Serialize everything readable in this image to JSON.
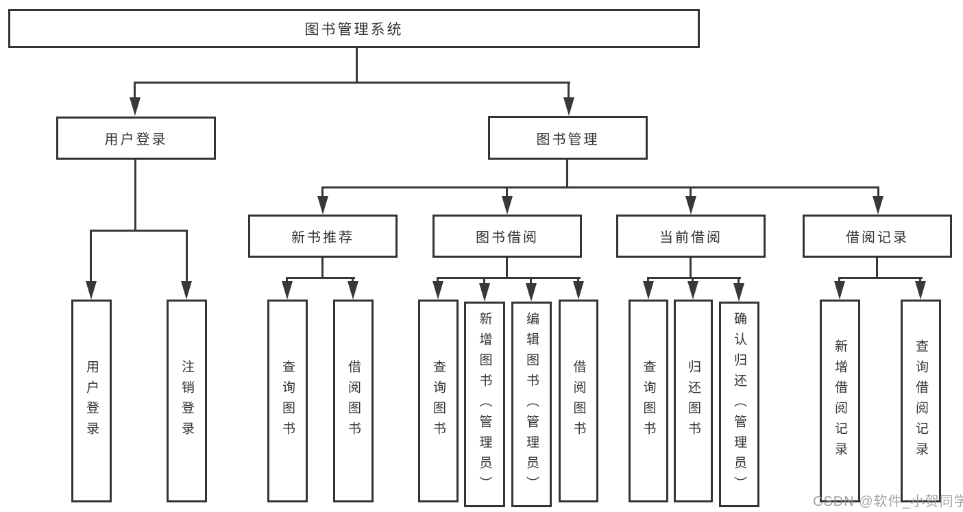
{
  "tree": {
    "label": "图书管理系统",
    "children": [
      {
        "label": "用户登录",
        "children": [
          {
            "label": "用户登录"
          },
          {
            "label": "注销登录"
          }
        ]
      },
      {
        "label": "图书管理",
        "children": [
          {
            "label": "新书推荐",
            "children": [
              {
                "label": "查询图书"
              },
              {
                "label": "借阅图书"
              }
            ]
          },
          {
            "label": "图书借阅",
            "children": [
              {
                "label": "查询图书"
              },
              {
                "label": "新增图书（管理员）"
              },
              {
                "label": "编辑图书（管理员）"
              },
              {
                "label": "借阅图书"
              }
            ]
          },
          {
            "label": "当前借阅",
            "children": [
              {
                "label": "查询图书"
              },
              {
                "label": "归还图书"
              },
              {
                "label": "确认归还（管理员）"
              }
            ]
          },
          {
            "label": "借阅记录",
            "children": [
              {
                "label": "新增借阅记录"
              },
              {
                "label": "查询借阅记录"
              }
            ]
          }
        ]
      }
    ]
  },
  "watermark": {
    "text": "CSDN @软件_小贺同学"
  },
  "colors": {
    "line": "#383838",
    "text": "#333333",
    "watermark": "#949699",
    "background": "#ffffff"
  }
}
